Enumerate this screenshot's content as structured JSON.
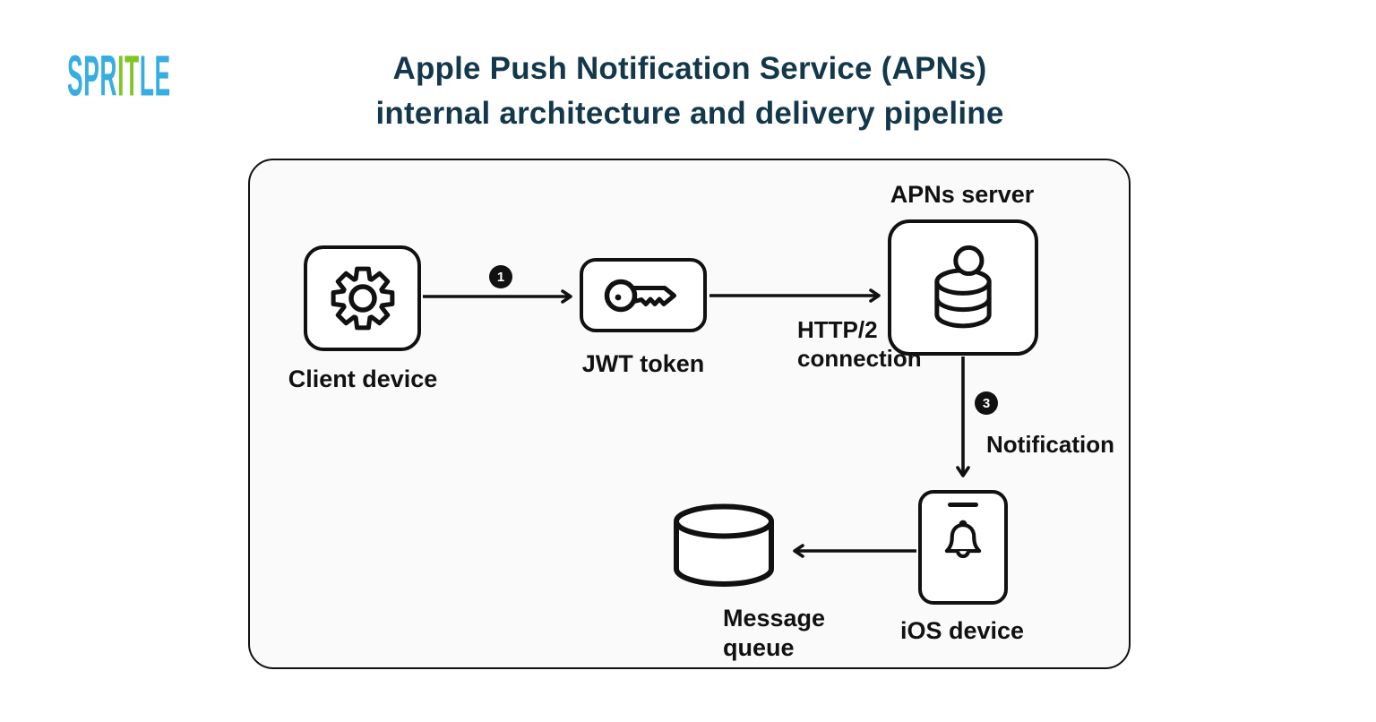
{
  "logo": {
    "segments": [
      {
        "text": "SPR",
        "color": "#36aee1"
      },
      {
        "text": "IT",
        "color": "#7ec626"
      },
      {
        "text": "LE",
        "color": "#36aee1"
      }
    ]
  },
  "title": {
    "line1": "Apple Push Notification Service (APNs)",
    "line2": "internal architecture and delivery pipeline",
    "color": "#14384b"
  },
  "diagram": {
    "background": "#fafafa",
    "stroke_color": "#111111",
    "nodes": {
      "client": {
        "label": "Client device",
        "icon": "gear-icon"
      },
      "jwt": {
        "label": "JWT token",
        "icon": "key-icon"
      },
      "apns": {
        "label": "APNs server",
        "icon": "database-icon"
      },
      "ios": {
        "label": "iOS device",
        "icon": "bell-icon"
      },
      "queue": {
        "label_line1": "Message",
        "label_line2": "queue",
        "icon": "cylinder-icon"
      }
    },
    "edges": {
      "client_to_jwt": {
        "badge": "1"
      },
      "jwt_to_apns": {
        "label_line1": "HTTP/2",
        "label_line2": "connection"
      },
      "apns_to_ios": {
        "badge": "3",
        "label": "Notification"
      },
      "ios_to_queue": {}
    }
  }
}
